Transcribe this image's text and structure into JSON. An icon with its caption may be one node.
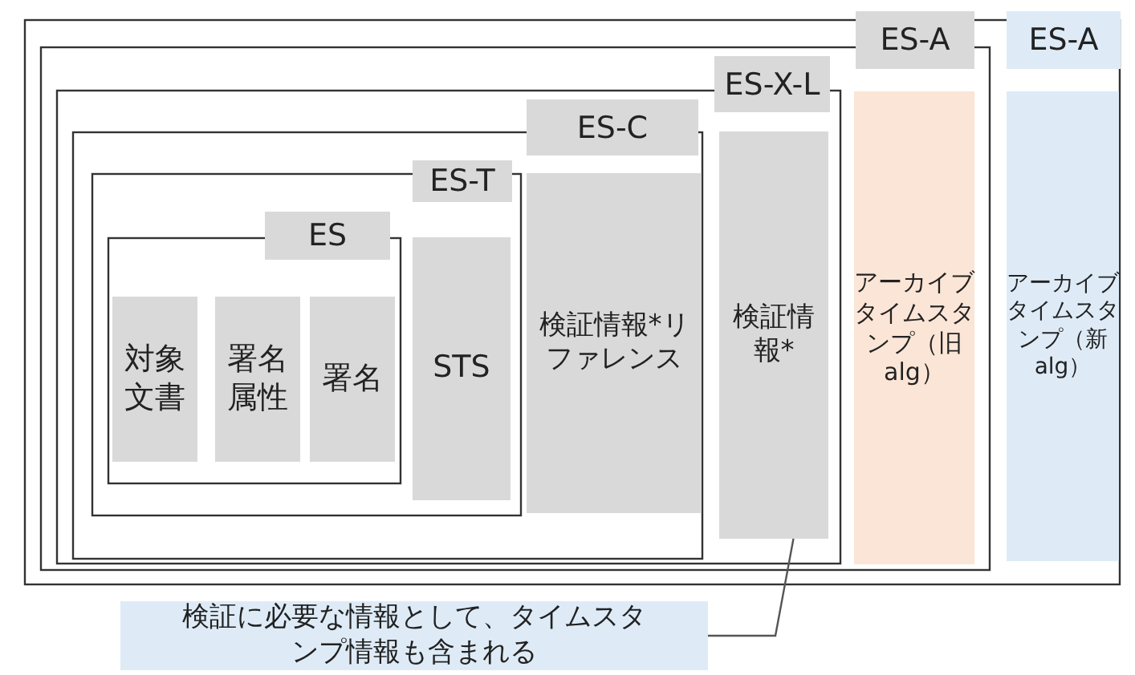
{
  "diagram": {
    "nodes": [
      {
        "text": [
          "ES-A"
        ]
      },
      {
        "text": [
          "ES-A"
        ],
        "in": 0
      },
      {
        "text": [
          "ES-X-L"
        ],
        "in": 1
      },
      {
        "text": [
          "ES-C"
        ],
        "in": 2
      },
      {
        "text": [
          "ES-T"
        ],
        "in": 3
      },
      {
        "text": [
          "ES"
        ],
        "in": 4
      },
      {
        "text": [
          "対象文書"
        ],
        "in": 5
      },
      {
        "text": [
          "署名属性"
        ],
        "in": 5
      },
      {
        "text": [
          "署名"
        ],
        "in": 5
      },
      {
        "text": [
          "STS"
        ],
        "in": 4
      },
      {
        "text": [
          "検証情報*リファレンス"
        ],
        "in": 3
      },
      {
        "text": [
          "検証情報*"
        ],
        "in": 2
      },
      {
        "text": [
          "アーカイブタイムスタンプ（旧alg）"
        ],
        "in": 1
      },
      {
        "text": [
          "アーカイブタイムスタンプ（新alg）"
        ],
        "in": 0
      },
      {
        "text": [
          "検証に必要な情報として、タイムスタンプ情報も含まれる"
        ]
      }
    ],
    "edges": [
      {
        "from": 14,
        "to": 11,
        "arrow": "none"
      }
    ]
  }
}
